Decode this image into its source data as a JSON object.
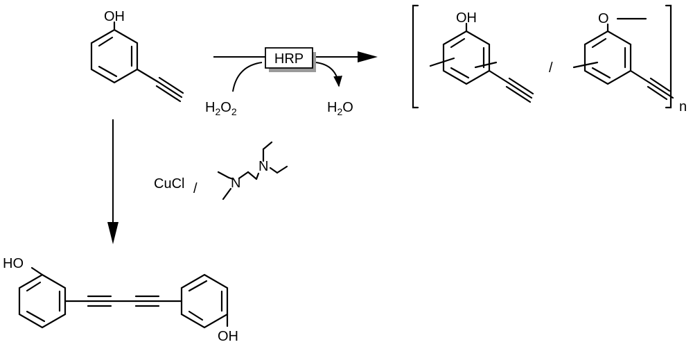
{
  "reactant": {
    "oh_label": "OH"
  },
  "enzymatic": {
    "catalyst_label": "HRP",
    "oxidant_label": "H2O2",
    "oxidant_parts": [
      "H",
      "2",
      "O",
      "2"
    ],
    "byproduct_label": "H2O",
    "byproduct_parts": [
      "H",
      "2",
      "O"
    ]
  },
  "polymer": {
    "unit1_oh_label": "OH",
    "unit2_o_label": "O",
    "separator": "/",
    "repeat_label": "n"
  },
  "coupling": {
    "reagent_label": "CuCl",
    "separator": "/",
    "ligand_n1": "N",
    "ligand_n2": "N"
  },
  "product": {
    "oh_left_label": "HO",
    "oh_right_label": "OH"
  },
  "colors": {
    "ink": "#000000",
    "catalyst_shadow": "#9a9a9a",
    "background": "#ffffff"
  }
}
